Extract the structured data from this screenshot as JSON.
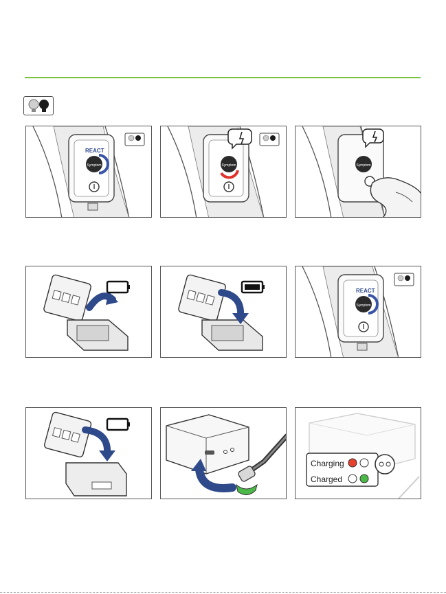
{
  "device": {
    "brand_text": "REACT",
    "button_text": "Symptom"
  },
  "charging_legend": {
    "charging_label": "Charging",
    "charged_label": "Charged"
  },
  "colors": {
    "accent": "#7cc242",
    "arrow": "#2f4a8a",
    "led_red": "#e5412d",
    "led_green": "#4cb848",
    "ring_blue": "#3a55a8",
    "ring_red": "#e0322b"
  }
}
